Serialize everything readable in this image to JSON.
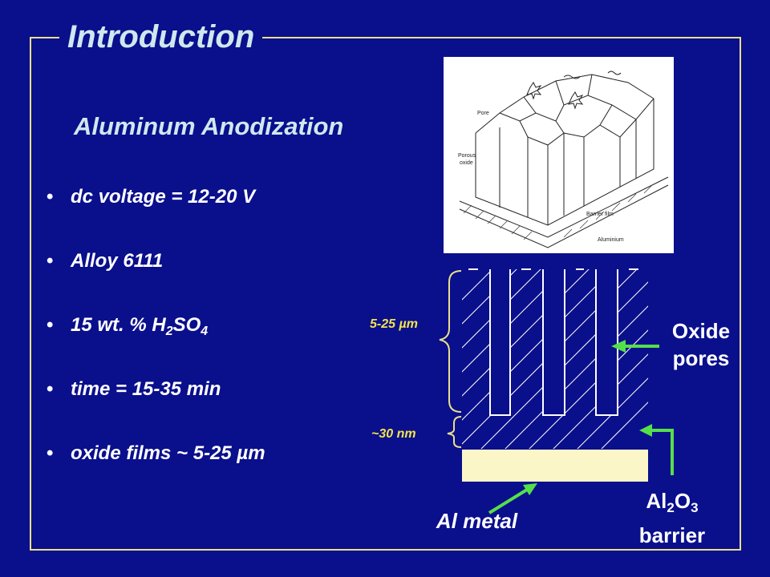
{
  "slide": {
    "title": "Introduction",
    "subtitle": "Aluminum Anodization"
  },
  "bullets": [
    {
      "text": "dc voltage = 12-20 V"
    },
    {
      "text": "Alloy 6111"
    },
    {
      "pre": "15 wt. % H",
      "sub1": "2",
      "mid": "SO",
      "sub2": "4"
    },
    {
      "text": "time = 15-35 min"
    },
    {
      "text": "oxide films ~ 5-25 µm"
    }
  ],
  "micrograph": {
    "labels": {
      "pore": "Pore",
      "porous_oxide_1": "Porous",
      "porous_oxide_2": "oxide",
      "barrier_film": "Barrier film",
      "aluminium": "Aluminium"
    }
  },
  "diagram": {
    "thickness_label": "5-25 µm",
    "barrier_thickness_label": "~30 nm",
    "oxide_pores_line1": "Oxide",
    "oxide_pores_line2": "pores",
    "al_metal": "Al metal",
    "barrier_al": "Al",
    "barrier_sub1": "2",
    "barrier_o": "O",
    "barrier_sub2": "3",
    "barrier_word": "barrier"
  },
  "colors": {
    "background": "#0a0f8c",
    "frame": "#e8e08a",
    "title": "#cfe8ee",
    "brace": "#e8e08a",
    "arrow": "#55e04a",
    "metal": "#fbf6c8",
    "yellow_label": "#f2e34a"
  }
}
